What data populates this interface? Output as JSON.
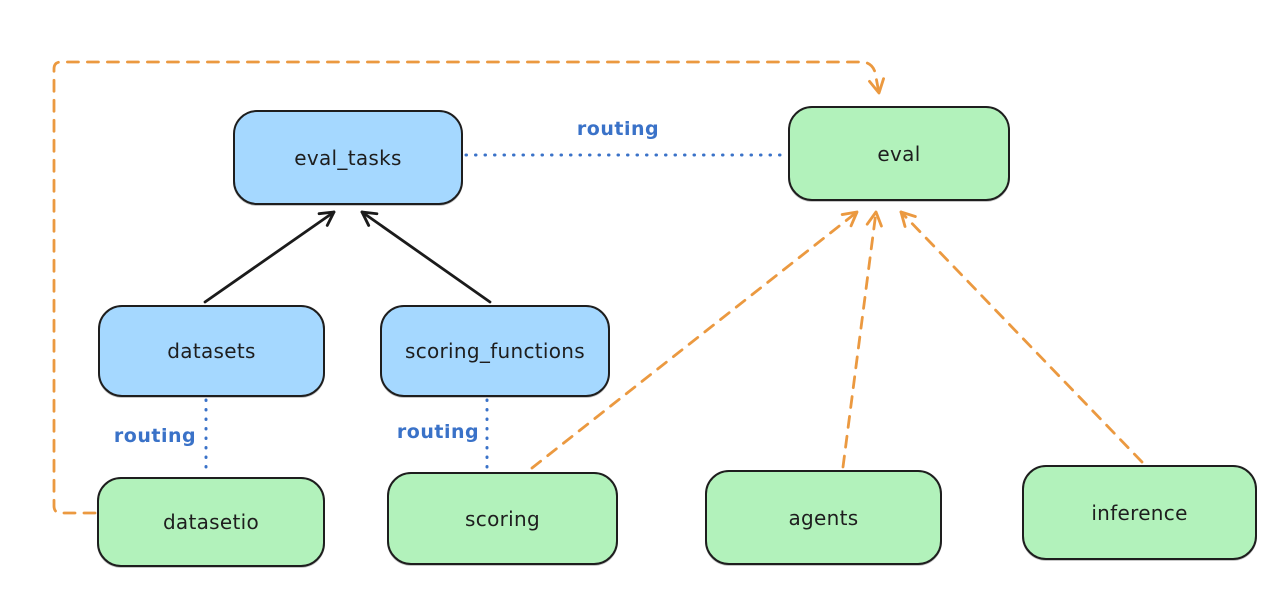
{
  "diagram": {
    "type": "architecture-diagram",
    "style": "hand-drawn",
    "colors": {
      "background": "#ffffff",
      "blue_fill": "#a5d8ff",
      "green_fill": "#b2f2bb",
      "node_stroke": "#1e1e1e",
      "routing_blue": "#3a72c8",
      "orange": "#eb9940",
      "arrow_black": "#1b1b1b"
    },
    "nodes": {
      "eval_tasks": {
        "label": "eval_tasks",
        "fill": "blue"
      },
      "eval": {
        "label": "eval",
        "fill": "green"
      },
      "datasets": {
        "label": "datasets",
        "fill": "blue"
      },
      "scoring_functions": {
        "label": "scoring_functions",
        "fill": "blue"
      },
      "datasetio": {
        "label": "datasetio",
        "fill": "green"
      },
      "scoring": {
        "label": "scoring",
        "fill": "green"
      },
      "agents": {
        "label": "agents",
        "fill": "green"
      },
      "inference": {
        "label": "inference",
        "fill": "green"
      }
    },
    "edge_labels": {
      "routing_eval_tasks_eval": "routing",
      "routing_datasets_datasetio": "routing",
      "routing_scoring_functions_scoring": "routing"
    },
    "edges": [
      {
        "from": "datasets",
        "to": "eval_tasks",
        "style": "solid",
        "color": "black",
        "arrow": true,
        "label": ""
      },
      {
        "from": "scoring_functions",
        "to": "eval_tasks",
        "style": "solid",
        "color": "black",
        "arrow": true,
        "label": ""
      },
      {
        "from": "eval_tasks",
        "to": "eval",
        "style": "dotted",
        "color": "blue",
        "arrow": false,
        "label": "routing"
      },
      {
        "from": "datasets",
        "to": "datasetio",
        "style": "dotted",
        "color": "blue",
        "arrow": false,
        "label": "routing"
      },
      {
        "from": "scoring_functions",
        "to": "scoring",
        "style": "dotted",
        "color": "blue",
        "arrow": false,
        "label": "routing"
      },
      {
        "from": "datasetio",
        "to": "eval",
        "style": "dashed",
        "color": "orange",
        "arrow": true,
        "label": ""
      },
      {
        "from": "scoring",
        "to": "eval",
        "style": "dashed",
        "color": "orange",
        "arrow": true,
        "label": ""
      },
      {
        "from": "agents",
        "to": "eval",
        "style": "dashed",
        "color": "orange",
        "arrow": true,
        "label": ""
      },
      {
        "from": "inference",
        "to": "eval",
        "style": "dashed",
        "color": "orange",
        "arrow": true,
        "label": ""
      }
    ]
  }
}
